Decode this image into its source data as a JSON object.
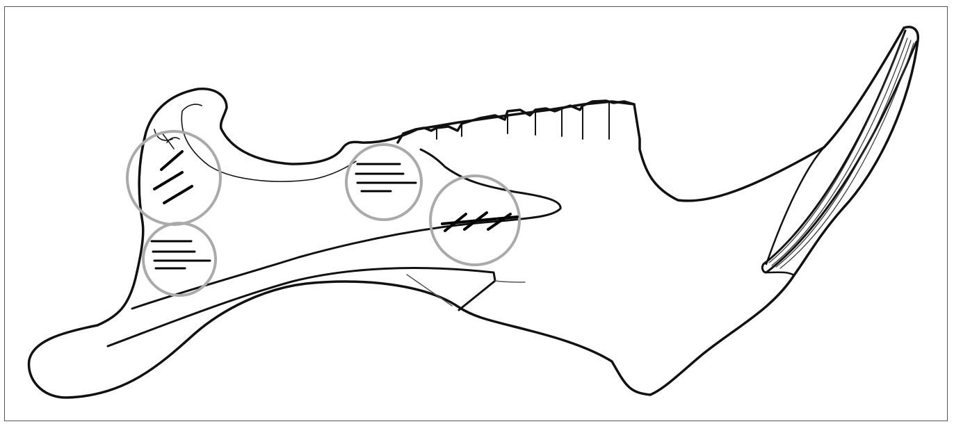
{
  "figure": {
    "subject": "mandible",
    "view": "lateral",
    "style": "line drawing",
    "colors": {
      "outline": "#111111",
      "highlight_circle": "#aaaaaa",
      "cut_mark": "#000000",
      "background": "#ffffff",
      "frame": "#555555"
    }
  },
  "marked_regions": [
    {
      "id": "condyle-region",
      "mark_pattern": "oblique",
      "mark_count": 3
    },
    {
      "id": "angle-region",
      "mark_pattern": "horizontal",
      "mark_count": 4
    },
    {
      "id": "molar-region",
      "mark_pattern": "horizontal",
      "mark_count": 4
    },
    {
      "id": "mid-body-region",
      "mark_pattern": "oblique",
      "mark_count": 3
    }
  ]
}
